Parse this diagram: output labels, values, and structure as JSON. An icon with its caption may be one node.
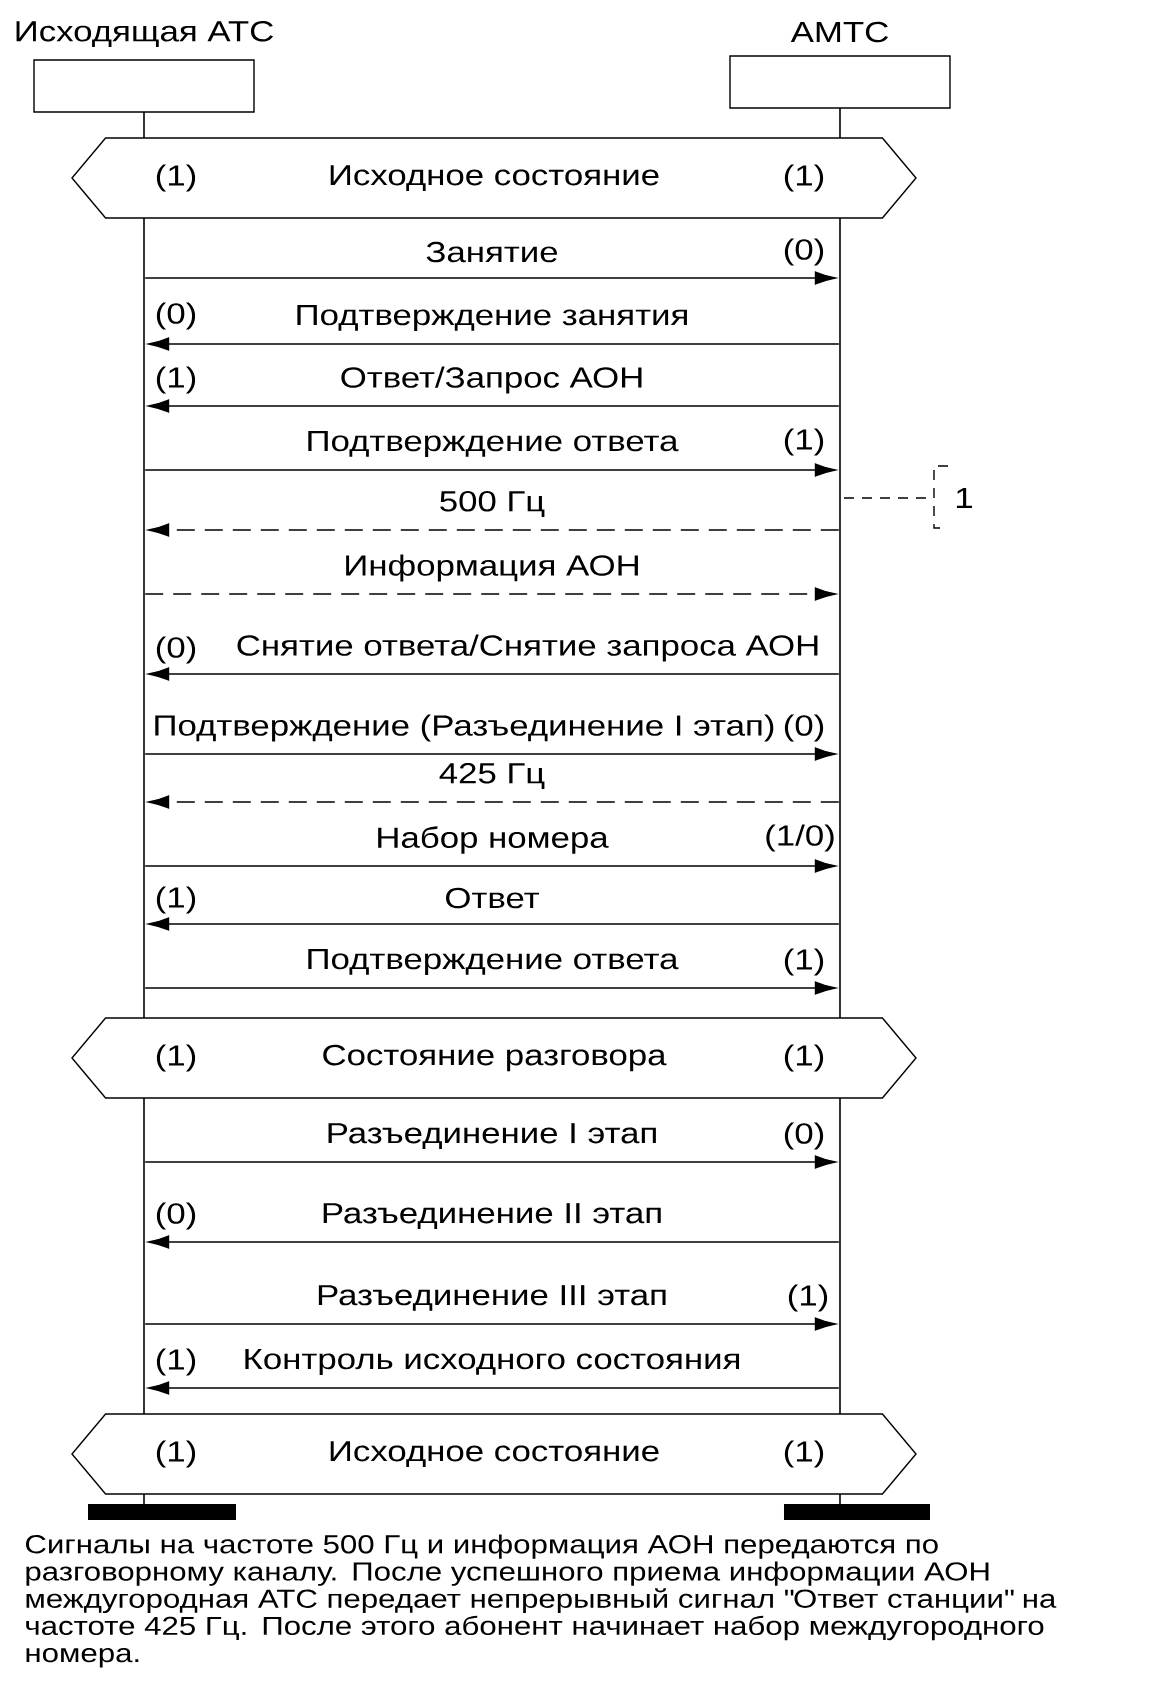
{
  "diagram": {
    "caption": "Сигналы на частоте 500 Гц и информация АОН передаются по разговорному каналу. После успешного приема информации АОН междугородная АТС передает непрерывный сигнал \"Ответ станции\" на частоте 425 Гц. После этого абонент начинает набор междугородного номера.",
    "nodes": [
      {
        "text": [
          "Исходящая АТС"
        ]
      },
      {
        "text": [
          "АМТС"
        ]
      },
      {
        "text": [],
        "shape": "line"
      },
      {
        "text": [],
        "shape": "line"
      },
      {
        "text": [
          "(1)",
          "Исходное состояние",
          "(1)"
        ]
      },
      {
        "text": [
          "(1)",
          "Состояние разговора",
          "(1)"
        ]
      },
      {
        "text": [
          "(1)",
          "Исходное состояние",
          "(1)"
        ]
      }
    ],
    "edges": [
      {
        "from": 2,
        "to": 3,
        "arrow": "to",
        "label": "Занятие"
      },
      {
        "from": 3,
        "to": 2,
        "arrow": "to",
        "label": "Подтверждение занятия"
      },
      {
        "from": 3,
        "to": 2,
        "arrow": "to",
        "label": "Ответ/Запрос АОН"
      },
      {
        "from": 2,
        "to": 3,
        "arrow": "to",
        "label": "Подтверждение ответа"
      },
      {
        "from": 3,
        "to": 2,
        "arrow": "to",
        "label": "500 Гц",
        "style": "dashed"
      },
      {
        "from": 2,
        "to": 3,
        "arrow": "to",
        "label": "Информация АОН",
        "style": "dashed"
      },
      {
        "from": 3,
        "to": 2,
        "arrow": "to",
        "label": "Снятие ответа/Снятие запроса АОН"
      },
      {
        "from": 2,
        "to": 3,
        "arrow": "to",
        "label": "Подтверждение (Разъединение I этап)"
      },
      {
        "from": 3,
        "to": 2,
        "arrow": "to",
        "label": "425 Гц",
        "style": "dashed"
      },
      {
        "from": 2,
        "to": 3,
        "arrow": "to",
        "label": "Набор номера"
      },
      {
        "from": 3,
        "to": 2,
        "arrow": "to",
        "label": "Ответ"
      },
      {
        "from": 2,
        "to": 3,
        "arrow": "to",
        "label": "Подтверждение ответа"
      },
      {
        "from": 2,
        "to": 3,
        "arrow": "to",
        "label": "Разъединение I этап"
      },
      {
        "from": 3,
        "to": 2,
        "arrow": "to",
        "label": "Разъединение II этап"
      },
      {
        "from": 2,
        "to": 3,
        "arrow": "to",
        "label": "Разъединение III этап"
      },
      {
        "from": 3,
        "to": 2,
        "arrow": "to",
        "label": "Контроль исходного состояния"
      }
    ],
    "labels": [
      "(0)",
      "(0)",
      "(1)",
      "(1)",
      "1",
      "(0)",
      "(0)",
      "(1/0)",
      "(1)",
      "(1)",
      "(0)",
      "(0)",
      "(1)",
      "(1)"
    ]
  }
}
